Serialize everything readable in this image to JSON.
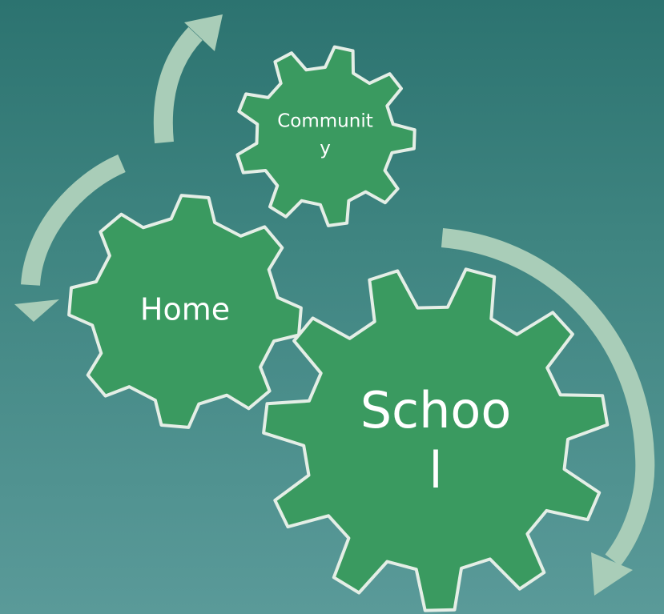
{
  "colors": {
    "gear_fill": "#3a9a60",
    "gear_outline": "#e4eee6",
    "arrow": "#a9cdb8",
    "background_top": "#2c7370",
    "background_bottom": "#5a9a99",
    "label": "#ffffff"
  },
  "gears": {
    "community": {
      "line1": "Communit",
      "line2": "y"
    },
    "home": {
      "line1": "Home"
    },
    "school": {
      "line1": "Schoo",
      "line2": "l"
    }
  }
}
